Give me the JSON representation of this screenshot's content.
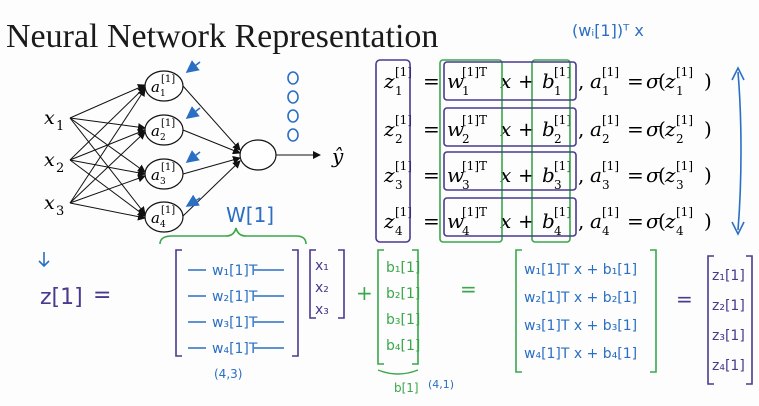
{
  "title": "Neural Network Representation",
  "network": {
    "inputs": [
      {
        "base": "x",
        "sub": "1"
      },
      {
        "base": "x",
        "sub": "2"
      },
      {
        "base": "x",
        "sub": "3"
      }
    ],
    "hidden": [
      {
        "base": "a",
        "sup": "[1]",
        "sub": "1"
      },
      {
        "base": "a",
        "sup": "[1]",
        "sub": "2"
      },
      {
        "base": "a",
        "sup": "[1]",
        "sub": "3"
      },
      {
        "base": "a",
        "sup": "[1]",
        "sub": "4"
      }
    ],
    "output": "ŷ"
  },
  "equations": [
    {
      "z": "z",
      "sub": "1",
      "sup": "[1]",
      "w": "w",
      "wsup": "[1]T",
      "x": "x",
      "plus": "+",
      "b": "b",
      "a": "a",
      "sigma": "σ",
      "eq": "="
    },
    {
      "z": "z",
      "sub": "2",
      "sup": "[1]",
      "w": "w",
      "wsup": "[1]T",
      "x": "x",
      "plus": "+",
      "b": "b",
      "a": "a",
      "sigma": "σ",
      "eq": "="
    },
    {
      "z": "z",
      "sub": "3",
      "sup": "[1]",
      "w": "w",
      "wsup": "[1]T",
      "x": "x",
      "plus": "+",
      "b": "b",
      "a": "a",
      "sigma": "σ",
      "eq": "="
    },
    {
      "z": "z",
      "sub": "4",
      "sup": "[1]",
      "w": "w",
      "wsup": "[1]T",
      "x": "x",
      "plus": "+",
      "b": "b",
      "a": "a",
      "sigma": "σ",
      "eq": "="
    }
  ],
  "annotations": {
    "top_formula": "(wᵢ[1])ᵀ x",
    "W_label": "W[1]",
    "z_label": "z[1]",
    "equals": "=",
    "plus": "+",
    "W_rows": [
      "w₁[1]T",
      "w₂[1]T",
      "w₃[1]T",
      "w₄[1]T"
    ],
    "x_vector": [
      "x₁",
      "x₂",
      "x₃"
    ],
    "b_vector": [
      "b₁[1]",
      "b₂[1]",
      "b₃[1]",
      "b₄[1]"
    ],
    "result_rows": [
      "w₁[1]T x + b₁[1]",
      "w₂[1]T x + b₂[1]",
      "w₃[1]T x + b₃[1]",
      "w₄[1]T x + b₄[1]"
    ],
    "z_vector": [
      "z₁[1]",
      "z₂[1]",
      "z₃[1]",
      "z₄[1]"
    ],
    "W_shape": "(4,3)",
    "b_label": "b[1]",
    "b_shape": "(4,1)"
  },
  "colors": {
    "blue": "#2a6fc4",
    "green": "#3aa84a",
    "purple": "#4a3a8e",
    "ink": "#111111"
  }
}
